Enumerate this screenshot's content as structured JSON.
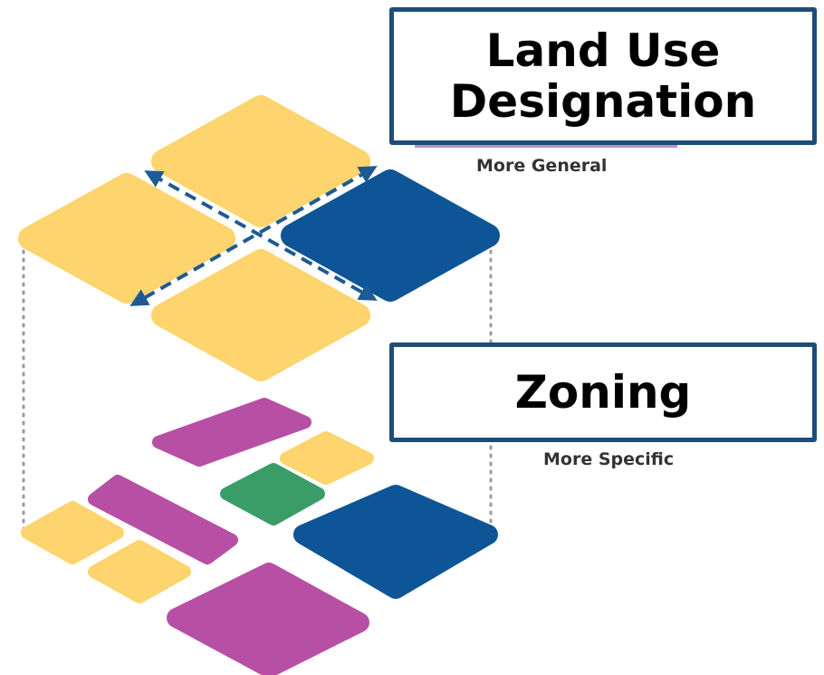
{
  "land_use": {
    "title_line1": "Land Use",
    "title_line2": "Designation",
    "caption": "More General"
  },
  "zoning": {
    "title": "Zoning",
    "caption": "More Specific"
  },
  "colors": {
    "yellow": "#fdd46d",
    "blue": "#0d5596",
    "purple": "#b74fa5",
    "green": "#3a9d68",
    "frame_border": "#1e4d78",
    "arrow": "#1e5a94",
    "connector": "#9a9a9a"
  }
}
